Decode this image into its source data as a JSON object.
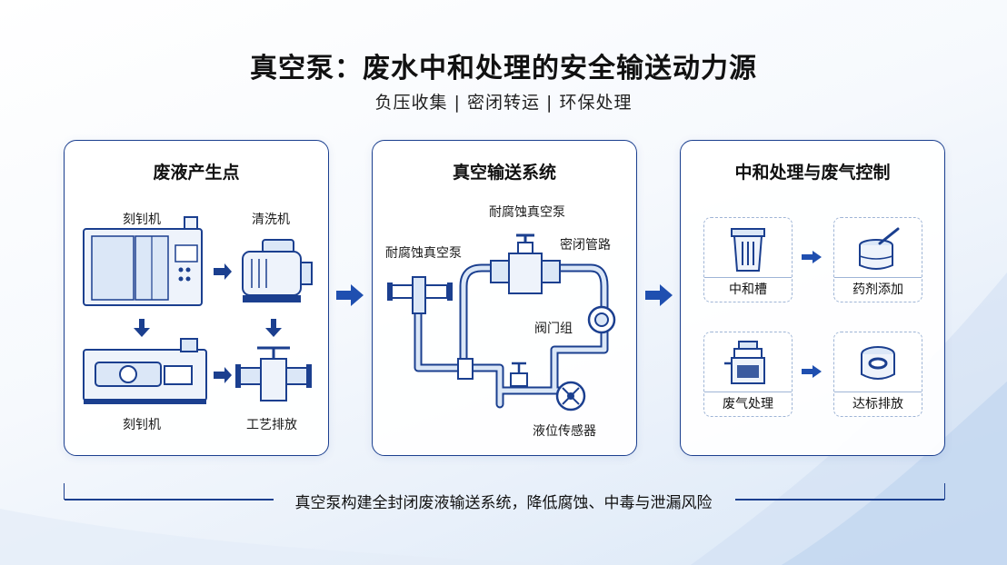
{
  "header": {
    "title": "真空泵：废水中和处理的安全输送动力源",
    "subtitle": "负压收集 | 密闭转运 | 环保处理"
  },
  "panels": [
    {
      "title": "废液产生点",
      "labels": [
        "刻钊机",
        "清洗机",
        "刻钊机",
        "工艺排放"
      ]
    },
    {
      "title": "真空输送系统",
      "labels": [
        "耐腐蚀真空泵",
        "耐腐蚀真空泵",
        "密闭管路",
        "阀门组",
        "液位传感器"
      ]
    },
    {
      "title": "中和处理与废气控制",
      "cards": [
        "中和槽",
        "药剂添加",
        "废气处理",
        "达标排放"
      ]
    }
  ],
  "footer": {
    "text": "真空泵构建全封闭废液输送系统，降低腐蚀、中毒与泄漏风险"
  },
  "colors": {
    "primary": "#1b3f8f",
    "accent": "#2f6fd6",
    "light": "#dbe7f7"
  },
  "icons": [
    "etching-machine-icon",
    "washer-motor-icon",
    "pump-unit-icon",
    "process-discharge-icon",
    "vacuum-pump-icon",
    "valve-icon",
    "level-sensor-icon",
    "tank-icon",
    "chemical-dosing-icon",
    "gas-scrubber-icon",
    "discharge-icon",
    "arrow-right-icon",
    "arrow-down-icon"
  ]
}
